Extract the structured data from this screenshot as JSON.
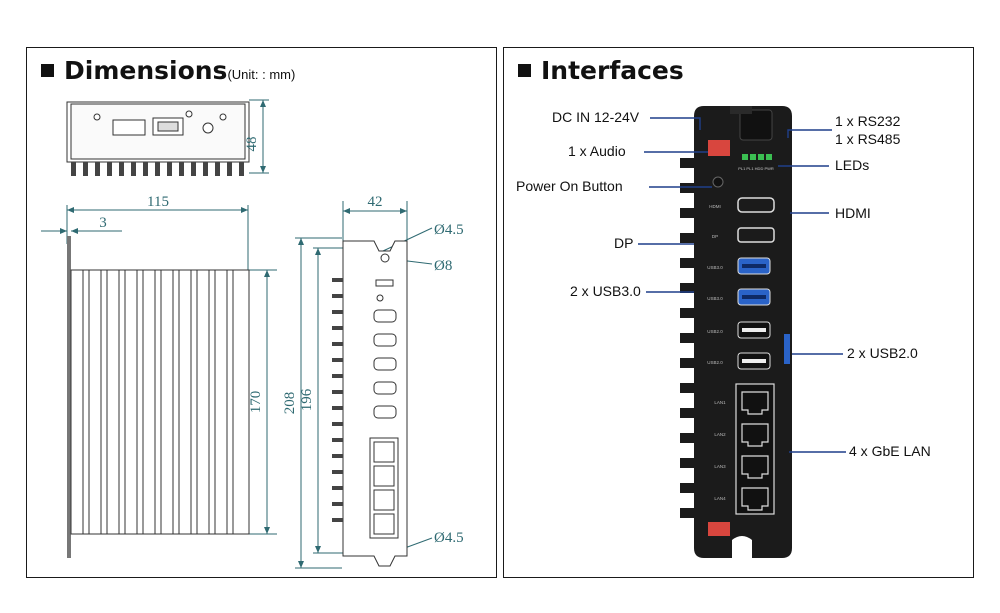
{
  "dimensions": {
    "title": "Dimensions",
    "unit_note": "(Unit: : mm)",
    "top_height": "48",
    "width_total": "115",
    "offset": "3",
    "height_inner": "170",
    "side_width": "42",
    "hole_top": "Ø4.5",
    "hole_mid": "Ø8",
    "hole_bottom": "Ø4.5",
    "side_height_outer": "208",
    "side_height_inner": "196"
  },
  "interfaces": {
    "title": "Interfaces",
    "labels": {
      "dc_in": "DC IN 12-24V",
      "audio": "1 x Audio",
      "power_button": "Power On Button",
      "dp": "DP",
      "usb3": "2 x USB3.0",
      "rs232": "1 x RS232",
      "rs485": "1 x RS485",
      "leds": "LEDs",
      "hdmi": "HDMI",
      "usb2": "2 x USB2.0",
      "lan": "4 x GbE LAN"
    },
    "device_text": {
      "led_legend": "PL1 PL1 HDD PWR",
      "hdmi": "HDMI",
      "dp": "DP",
      "usb3_1": "USB3.0",
      "usb3_2": "USB3.0",
      "usb2_1": "USB2.0",
      "usb2_2": "USB2.0",
      "lan1": "LAN1",
      "lan2": "LAN2",
      "lan3": "LAN3",
      "lan4": "LAN4"
    }
  },
  "colors": {
    "dimension_line": "#2f6a72",
    "callout_line": "#1f3f8a",
    "device_body": "#1b1b1b",
    "usb3_blue": "#2a63c8",
    "terminal_red": "#d8463e",
    "led_green": "#3bbf52"
  }
}
